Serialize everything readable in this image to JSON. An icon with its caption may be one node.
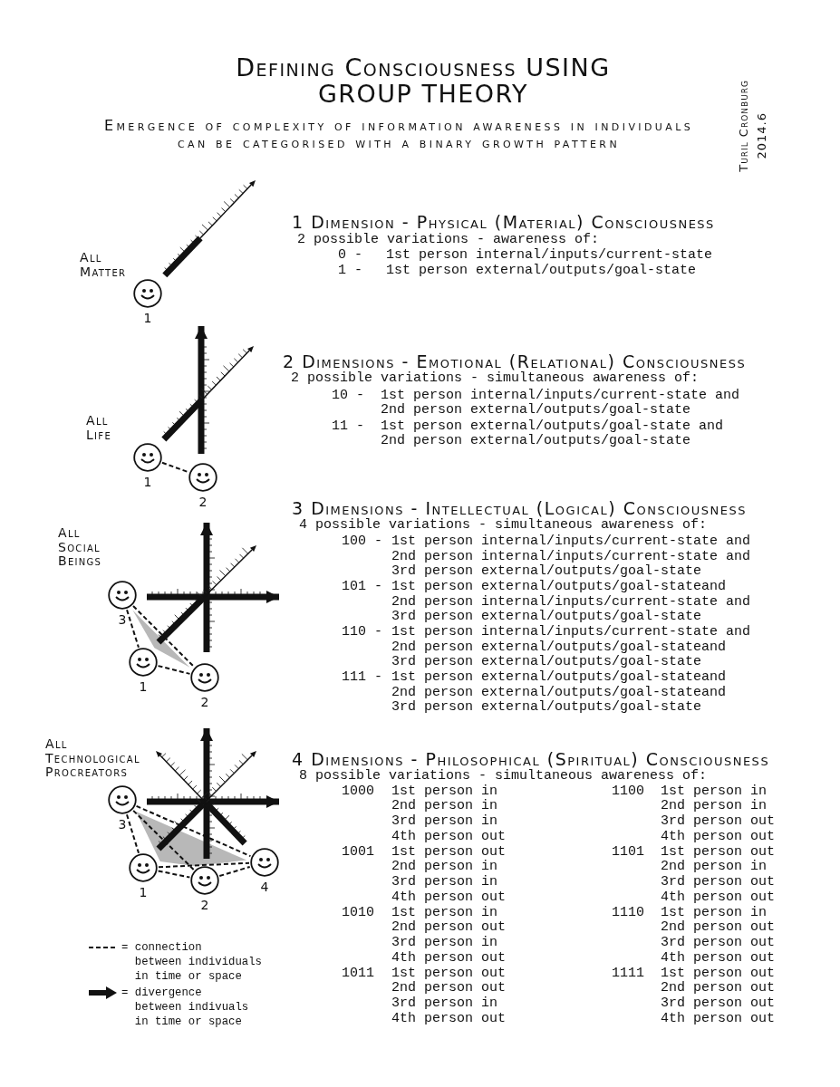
{
  "diagram": {
    "title": "Defining Consciousness USING GROUP THEORY",
    "nodes": [
      {
        "text": [
          "1"
        ]
      },
      {
        "text": [
          "1"
        ]
      },
      {
        "text": [
          "2"
        ]
      },
      {
        "text": [
          "3"
        ]
      },
      {
        "text": [
          "1"
        ]
      },
      {
        "text": [
          "2"
        ]
      },
      {
        "text": [
          "3"
        ]
      },
      {
        "text": [
          "1"
        ]
      },
      {
        "text": [
          "2"
        ]
      },
      {
        "text": [
          "4"
        ]
      }
    ],
    "edges": [
      {
        "from": 1,
        "to": 2,
        "arrow": "none",
        "style": "dashed"
      },
      {
        "from": 3,
        "to": 4,
        "arrow": "none",
        "style": "dashed"
      },
      {
        "from": 4,
        "to": 5,
        "arrow": "none",
        "style": "dashed"
      },
      {
        "from": 3,
        "to": 5,
        "arrow": "none",
        "style": "dashed"
      },
      {
        "from": 6,
        "to": 7,
        "arrow": "none",
        "style": "dashed"
      },
      {
        "from": 6,
        "to": 8,
        "arrow": "none",
        "style": "dashed"
      },
      {
        "from": 6,
        "to": 9,
        "arrow": "none",
        "style": "dashed"
      },
      {
        "from": 7,
        "to": 8,
        "arrow": "none",
        "style": "dashed"
      },
      {
        "from": 8,
        "to": 9,
        "arrow": "none",
        "style": "dashed"
      },
      {
        "from": 7,
        "to": 9,
        "arrow": "none",
        "style": "dashed"
      }
    ],
    "labels": [
      "Emergence of complexity of information awareness in individuals can be categorised with a binary growth pattern",
      "Turil Cronburg",
      "2014.6",
      "1 Dimension - Physical (Material) Consciousness",
      "All Matter",
      "2 possible variations - awareness of:",
      "0 -",
      "1st person internal/inputs/current-state",
      "1 -",
      "1st person external/outputs/goal-state",
      "2 Dimensions - Emotional (Relational) Consciousness",
      "2 possible variations - simultaneous awareness of:",
      "10 -",
      "1st person internal/inputs/current-state and 2nd person external/outputs/goal-state",
      "All Life",
      "11 -",
      "1st person external/outputs/goal-state and 2nd person external/outputs/goal-state",
      "3 Dimensions - Intellectual (Logical) Consciousness",
      "4 possible variations - simultaneous awareness of:",
      "All Social Beings",
      "100 -",
      "1st person internal/inputs/current-state and 2nd person internal/inputs/current-state and 3rd person external/outputs/goal-state",
      "101 -",
      "1st person external/outputs/goal-stateand 2nd person internal/inputs/current-state and 3rd person external/outputs/goal-state",
      "110 -",
      "1st person internal/inputs/current-state and 2nd person external/outputs/goal-stateand 3rd person external/outputs/goal-state",
      "111 -",
      "1st person external/outputs/goal-stateand 2nd person external/outputs/goal-stateand 3rd person external/outputs/goal-state",
      "All Technological Procreators",
      "4 Dimensions - Philosophical (Spiritual) Consciousness",
      "8 possible variations - simultaneous awareness of:",
      "1000",
      "1st person in 2nd person in 3rd person in 4th person out",
      "1100",
      "1st person in 2nd person in 3rd person out 4th person out",
      "1001",
      "1st person out 2nd person in 3rd person in 4th person out",
      "1101",
      "1st person out 2nd person in 3rd person out 4th person out",
      "1010",
      "1st person in 2nd person out 3rd person in 4th person out",
      "1110",
      "1st person in 2nd person out 3rd person out 4th person out",
      "1011",
      "1st person out 2nd person out 3rd person in 4th person out",
      "1111",
      "1st person out 2nd person out 3rd person out 4th person out"
    ],
    "legend": [
      {
        "text": "= connection between individuals in time or space"
      },
      {
        "text": "= divergence between indivuals in time or space"
      }
    ]
  }
}
